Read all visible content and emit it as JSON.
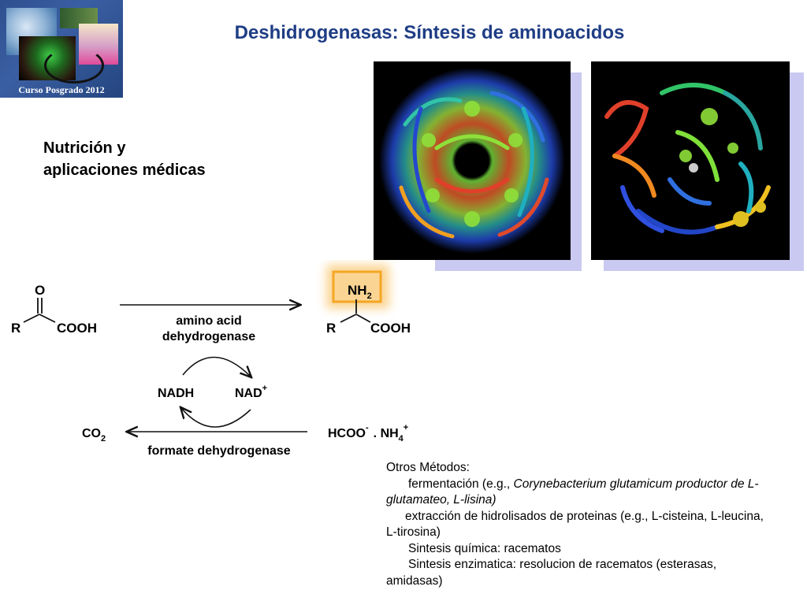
{
  "logo": {
    "caption": "Curso Posgrado 2012"
  },
  "header": {
    "title": "Deshidrogenasas: Síntesis de aminoacidos"
  },
  "subtitle": {
    "line1": "Nutrición y",
    "line2": "aplicaciones médicas"
  },
  "reaction": {
    "substrate_o": "O",
    "substrate_r": "R",
    "substrate_cooh": "COOH",
    "enzyme_top_line1": "amino acid",
    "enzyme_top_line2": "dehydrogenase",
    "product_nh2": "NH",
    "product_nh2_sub": "2",
    "product_r": "R",
    "product_cooh": "COOH",
    "nadh": "NADH",
    "nad": "NAD",
    "nad_sup": "+",
    "co2": "CO",
    "co2_sub": "2",
    "formate": "HCOO",
    "formate_sup": "-",
    "ammonium": ". NH",
    "ammonium_sub": "4",
    "ammonium_sup": "+",
    "enzyme_bottom": "formate dehydrogenase"
  },
  "methods": {
    "heading": "Otros Métodos:",
    "bullet_glyph": "",
    "items": [
      {
        "text": "fermentación (e.g., ",
        "italic": "Corynebacterium glutamicum productor de L-glutamateo, L-lisina)"
      },
      {
        "text": "extracción de hidrolisados de proteinas (e.g., L-cisteina, L-leucina, L-tirosina)"
      },
      {
        "text": "Sintesis química: racematos"
      },
      {
        "text": "Sintesis enzimatica: resolucion de racematos (esterasas, amidasas)"
      }
    ]
  },
  "colors": {
    "title": "#1f3d85",
    "highlight": "#f5a623",
    "image_shadow": "#c9c9f2"
  }
}
